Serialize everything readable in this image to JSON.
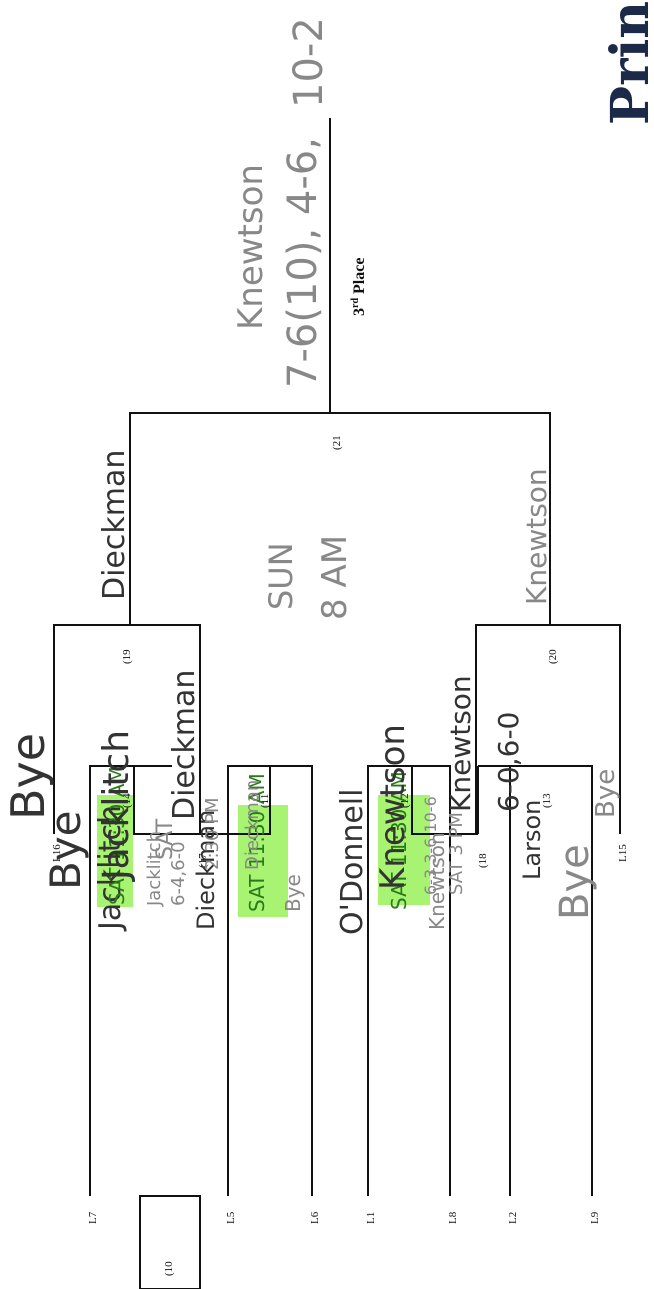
{
  "logo_fragment": "Prin",
  "slots": {
    "L7": "L7",
    "L5": "L5",
    "L6": "L6",
    "L1": "L1",
    "L8": "L8",
    "L2": "L2",
    "L9": "L9",
    "L16": "L16",
    "L15": "L15"
  },
  "match_numbers": {
    "m10": "(10",
    "m11": "(11",
    "m12": "(12",
    "m13": "(13",
    "m14": "(14",
    "m17": "(17",
    "m18": "(18",
    "m19": "(19",
    "m20": "(20",
    "m21": "(21"
  },
  "third_place": {
    "label": "Place",
    "ordinal": "3",
    "suffix": "rd"
  },
  "entries": {
    "bye_top": "Bye",
    "jacklitch_14": "Jacklitch",
    "score_14": "6-4,6-0",
    "dieckman_14": "Dieckman",
    "time_14": "SAT 11:30 AM",
    "time_11": "SAT 11:30 AM",
    "bye_11": "Bye",
    "odonnell": "O'Donnell",
    "time_12": "SAT 11:30 AM",
    "knewtson_12": "Knewtson",
    "bye_13": "Bye",
    "jacklitch_17": "Jacklitch",
    "sat_17": "SAT",
    "time_17": "2:30 PM",
    "dieckman_17": "Dieckman",
    "knewtson_18": "Knewtson",
    "score_18": "6-3,3-6,10-6",
    "time_18": "SAT 3 PM",
    "larson": "Larson",
    "bye_16": "Bye",
    "dieckman_19": "Dieckman",
    "knewtson_20": "Knewtson",
    "score_20": "6-0,6-0",
    "bye_15": "Bye",
    "dieckman_21": "Dieckman",
    "sun": "SUN",
    "sun_time": "8 AM",
    "knewtson_21": "Knewtson",
    "winner_3rd": "Knewtson",
    "score_3rd": "7-6(10), 4-6,",
    "score_3rd_tb": "10-2"
  }
}
